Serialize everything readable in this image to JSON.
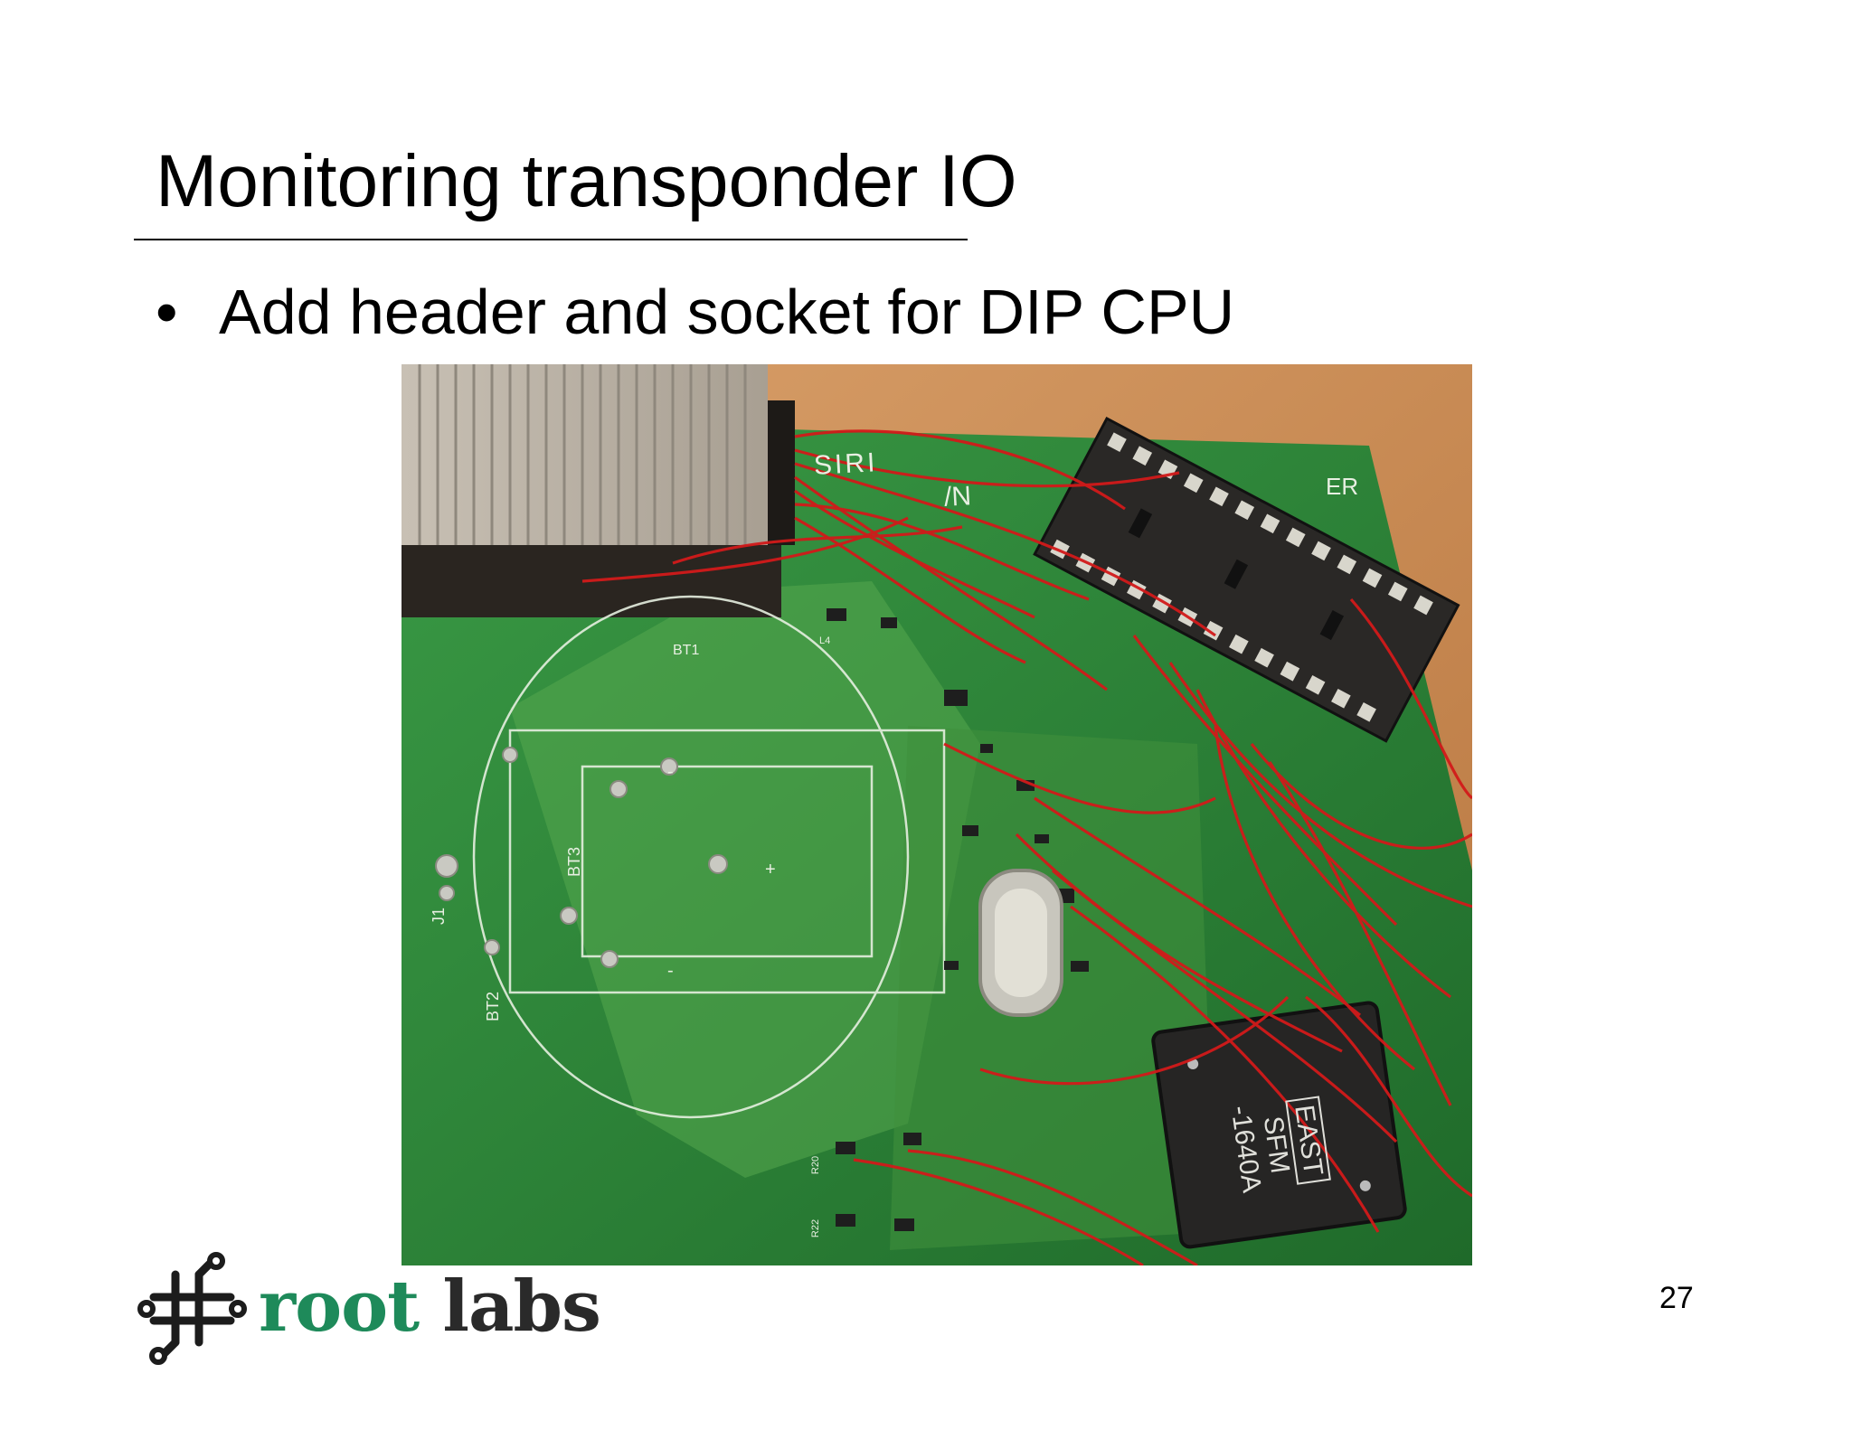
{
  "slide": {
    "title": "Monitoring transponder IO",
    "bullets": [
      {
        "marker": "•",
        "text": "Add header and socket for DIP CPU"
      }
    ],
    "page_number": "27"
  },
  "photo": {
    "board_silk": {
      "header_left": "SIRI",
      "header_sub": "/N",
      "header_right": "ER",
      "bt1": "BT1",
      "bt2": "BT2",
      "bt3": "BT3",
      "j1": "J1",
      "plus": "+",
      "minus": "-",
      "l4": "L4",
      "r20": "R20",
      "r22": "R22"
    },
    "filter_label": {
      "line1": "EAST",
      "line2": "SFM",
      "line3": "-1640A"
    }
  },
  "logo": {
    "word1": "root",
    "word2": "labs"
  },
  "colors": {
    "pcb_green": "#2f8a3a",
    "wire_red": "#d21a1a",
    "logo_green": "#1e8a5a",
    "logo_dark": "#2a2a2a"
  }
}
